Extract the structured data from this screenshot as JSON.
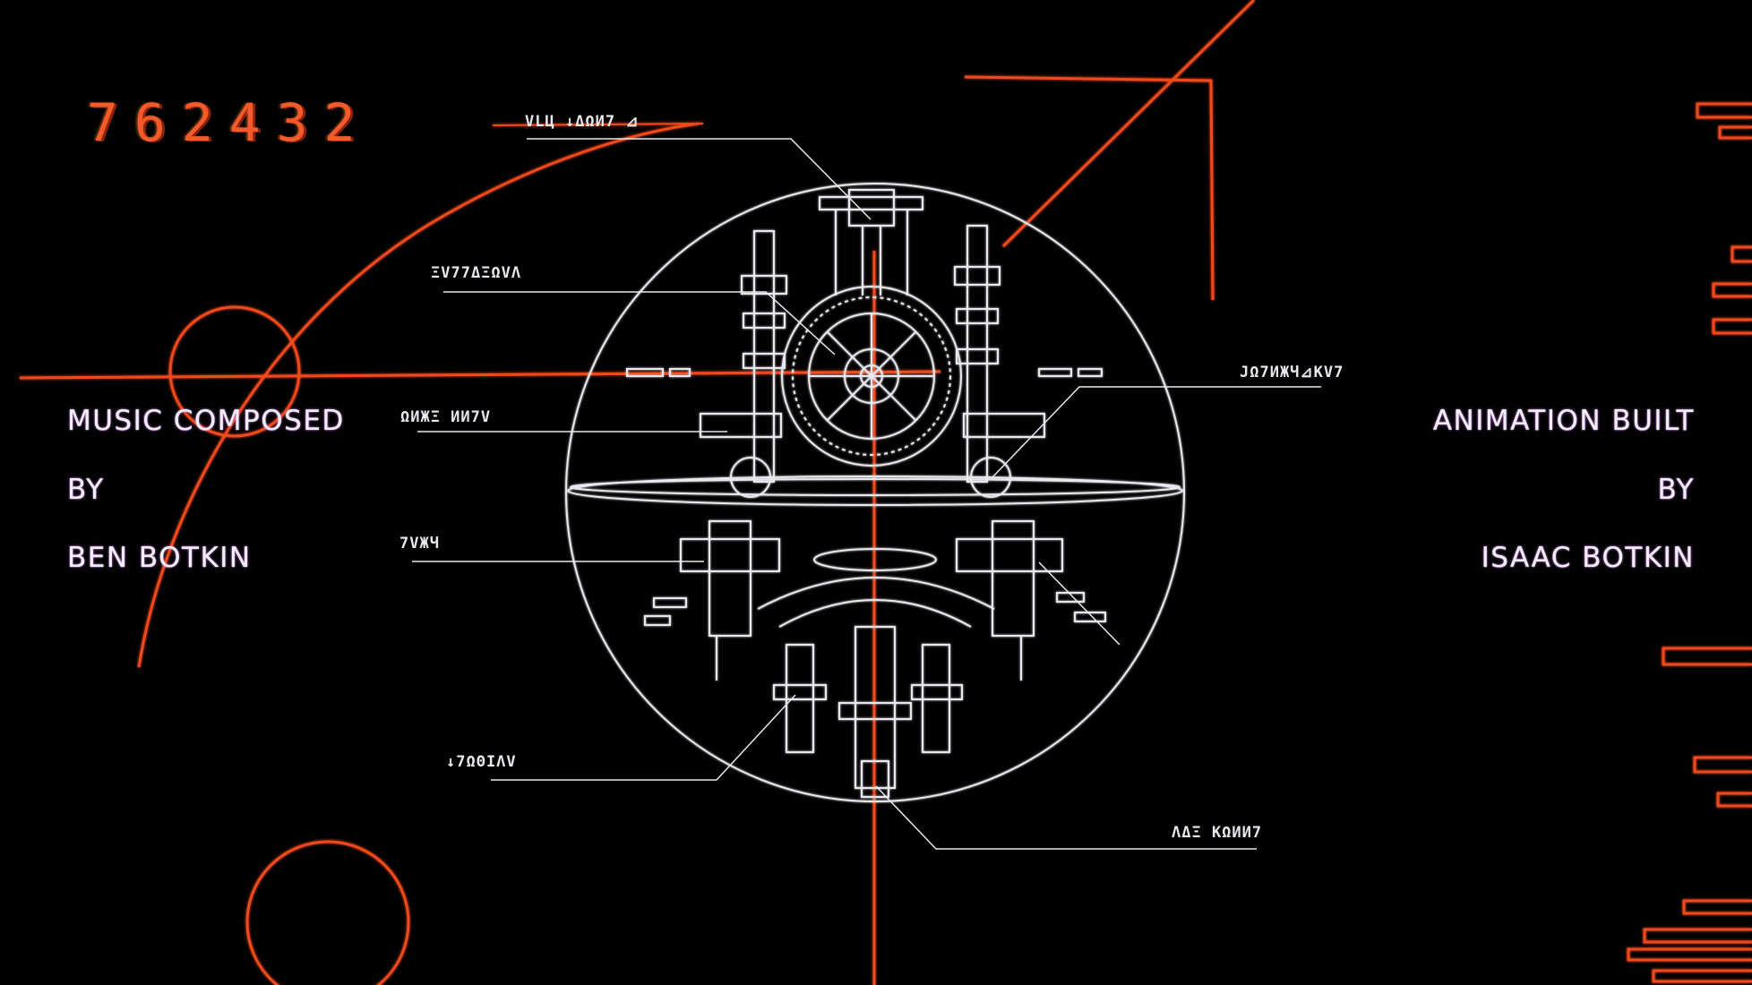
{
  "counter": "762432",
  "credits_left": {
    "line1": "MUSIC COMPOSED",
    "line2": "BY",
    "line3": "BEN BOTKIN"
  },
  "credits_right": {
    "line1": "ANIMATION BUILT",
    "line2": "BY",
    "line3": "ISAAC BOTKIN"
  },
  "callouts": [
    "VLЦ ↓ΔΩИ7 ⊿",
    "ΞV77ΔΞΩVΛ",
    "ΩИЖΞ ИИ7V",
    "7VЖЧ",
    "↓7ΩΘIΛV",
    "ΛΔΞ КΩИИ7",
    "ЈΩ7ИЖЧ⊿КV7"
  ],
  "colors": {
    "background": "#010101",
    "accent_orange": "#f04a1c",
    "wireframe_white": "#e8e8ee",
    "credit_text": "#f1eef7"
  }
}
